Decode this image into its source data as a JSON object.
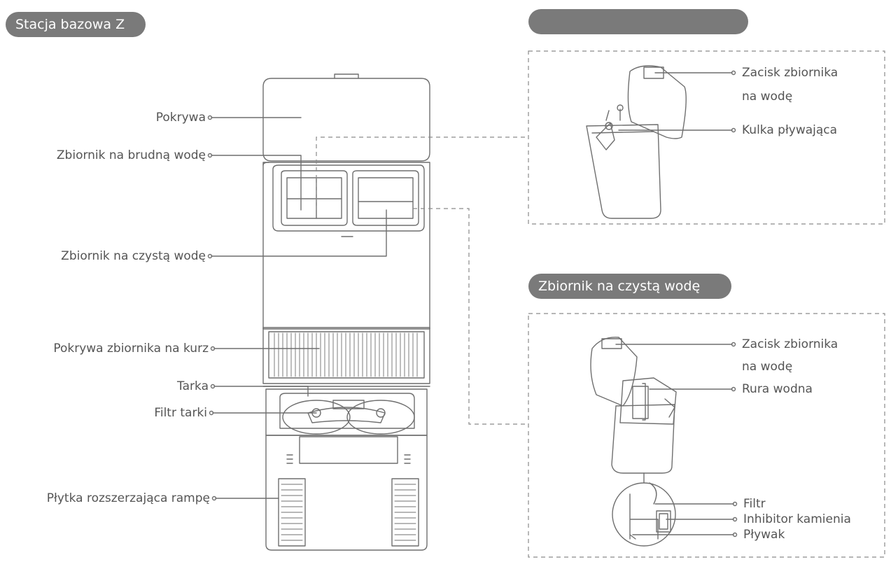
{
  "sections": {
    "base_station": "Stacja bazowa Z",
    "dirty_tank_title": "",
    "clean_tank_title": "Zbiornik na czystą wodę"
  },
  "station_labels": {
    "cover": "Pokrywa",
    "dirty_tank": "Zbiornik na brudną wodę",
    "clean_tank": "Zbiornik na czystą wodę",
    "dust_cover": "Pokrywa zbiornika na kurz",
    "scrubber": "Tarka",
    "scrubber_filter": "Filtr tarki",
    "ramp_plate": "Płytka rozszerzająca rampę"
  },
  "dirty_tank_labels": {
    "clip_line1": "Zacisk zbiornika",
    "clip_line2": "na wodę",
    "float_ball": "Kulka pływająca"
  },
  "clean_tank_labels": {
    "clip_line1": "Zacisk zbiornika",
    "clip_line2": "na wodę",
    "water_pipe": "Rura wodna",
    "filter": "Filtr",
    "scale_inhibitor": "Inhibitor kamienia",
    "float": "Pływak"
  },
  "colors": {
    "pill_bg": "#7a7a7a",
    "line": "#6f6f6f",
    "text": "#555555"
  }
}
